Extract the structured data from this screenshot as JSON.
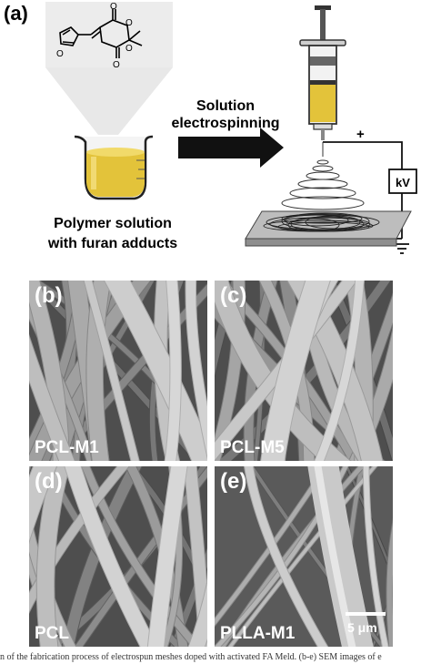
{
  "figure": {
    "panel_a_label": "(a)",
    "step_label_line1": "Solution",
    "step_label_line2": "electrospinning",
    "solution_label_line1": "Polymer solution",
    "solution_label_line2": "with furan adducts",
    "voltage_label": "kV",
    "plus_sign": "+",
    "minus_sign": "-"
  },
  "sem_panels": [
    {
      "letter": "(b)",
      "sample": "PCL-M1"
    },
    {
      "letter": "(c)",
      "sample": "PCL-M5"
    },
    {
      "letter": "(d)",
      "sample": "PCL"
    },
    {
      "letter": "(e)",
      "sample": "PLLA-M1"
    }
  ],
  "scale_bar": "5 μm",
  "caption": "n of the fabrication process of electrospun meshes doped with activated FA Meld. (b-e) SEM images of e"
}
